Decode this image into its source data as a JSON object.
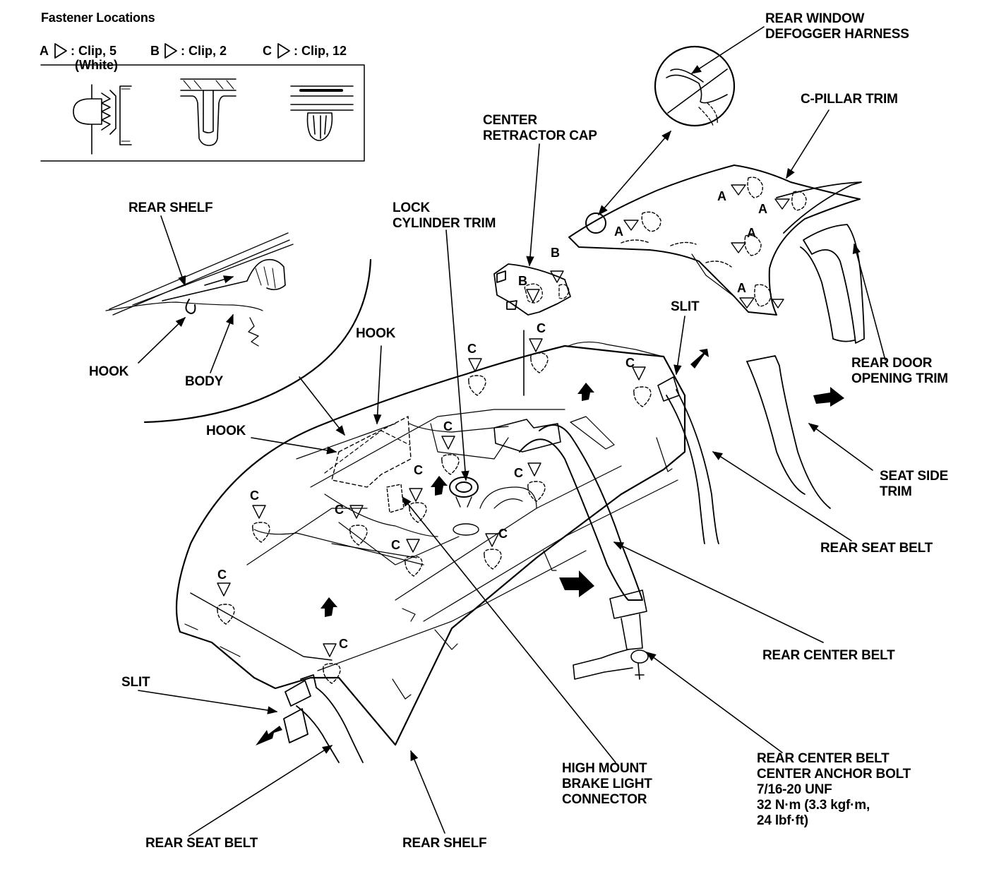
{
  "legend": {
    "title": "Fastener Locations",
    "items": [
      {
        "key": "A",
        "text": ": Clip, 5",
        "sub": "(White)"
      },
      {
        "key": "B",
        "text": ": Clip, 2",
        "sub": ""
      },
      {
        "key": "C",
        "text": ": Clip, 12",
        "sub": ""
      }
    ]
  },
  "labels": {
    "rear_window_defogger_harness": [
      "REAR WINDOW",
      "DEFOGGER HARNESS"
    ],
    "c_pillar_trim": "C-PILLAR TRIM",
    "center_retractor_cap": [
      "CENTER",
      "RETRACTOR CAP"
    ],
    "lock_cylinder_trim": [
      "LOCK",
      "CYLINDER TRIM"
    ],
    "rear_shelf_top": "REAR SHELF",
    "hook_detail": "HOOK",
    "body": "BODY",
    "hook_upper": "HOOK",
    "hook_lower": "HOOK",
    "slit_right": "SLIT",
    "slit_left": "SLIT",
    "rear_door_opening_trim": [
      "REAR DOOR",
      "OPENING TRIM"
    ],
    "seat_side_trim": [
      "SEAT SIDE",
      "TRIM"
    ],
    "rear_seat_belt_right": "REAR SEAT BELT",
    "rear_center_belt": "REAR CENTER BELT",
    "anchor_bolt": [
      "REAR CENTER BELT",
      "CENTER ANCHOR BOLT",
      "7/16-20 UNF",
      "32 N·m (3.3 kgf·m,",
      "24 lbf·ft)"
    ],
    "high_mount": [
      "HIGH MOUNT",
      "BRAKE LIGHT",
      "CONNECTOR"
    ],
    "rear_seat_belt_bottom": "REAR SEAT BELT",
    "rear_shelf_bottom": "REAR SHELF"
  },
  "clip_letters": {
    "a": "A",
    "b": "B",
    "c": "C"
  }
}
